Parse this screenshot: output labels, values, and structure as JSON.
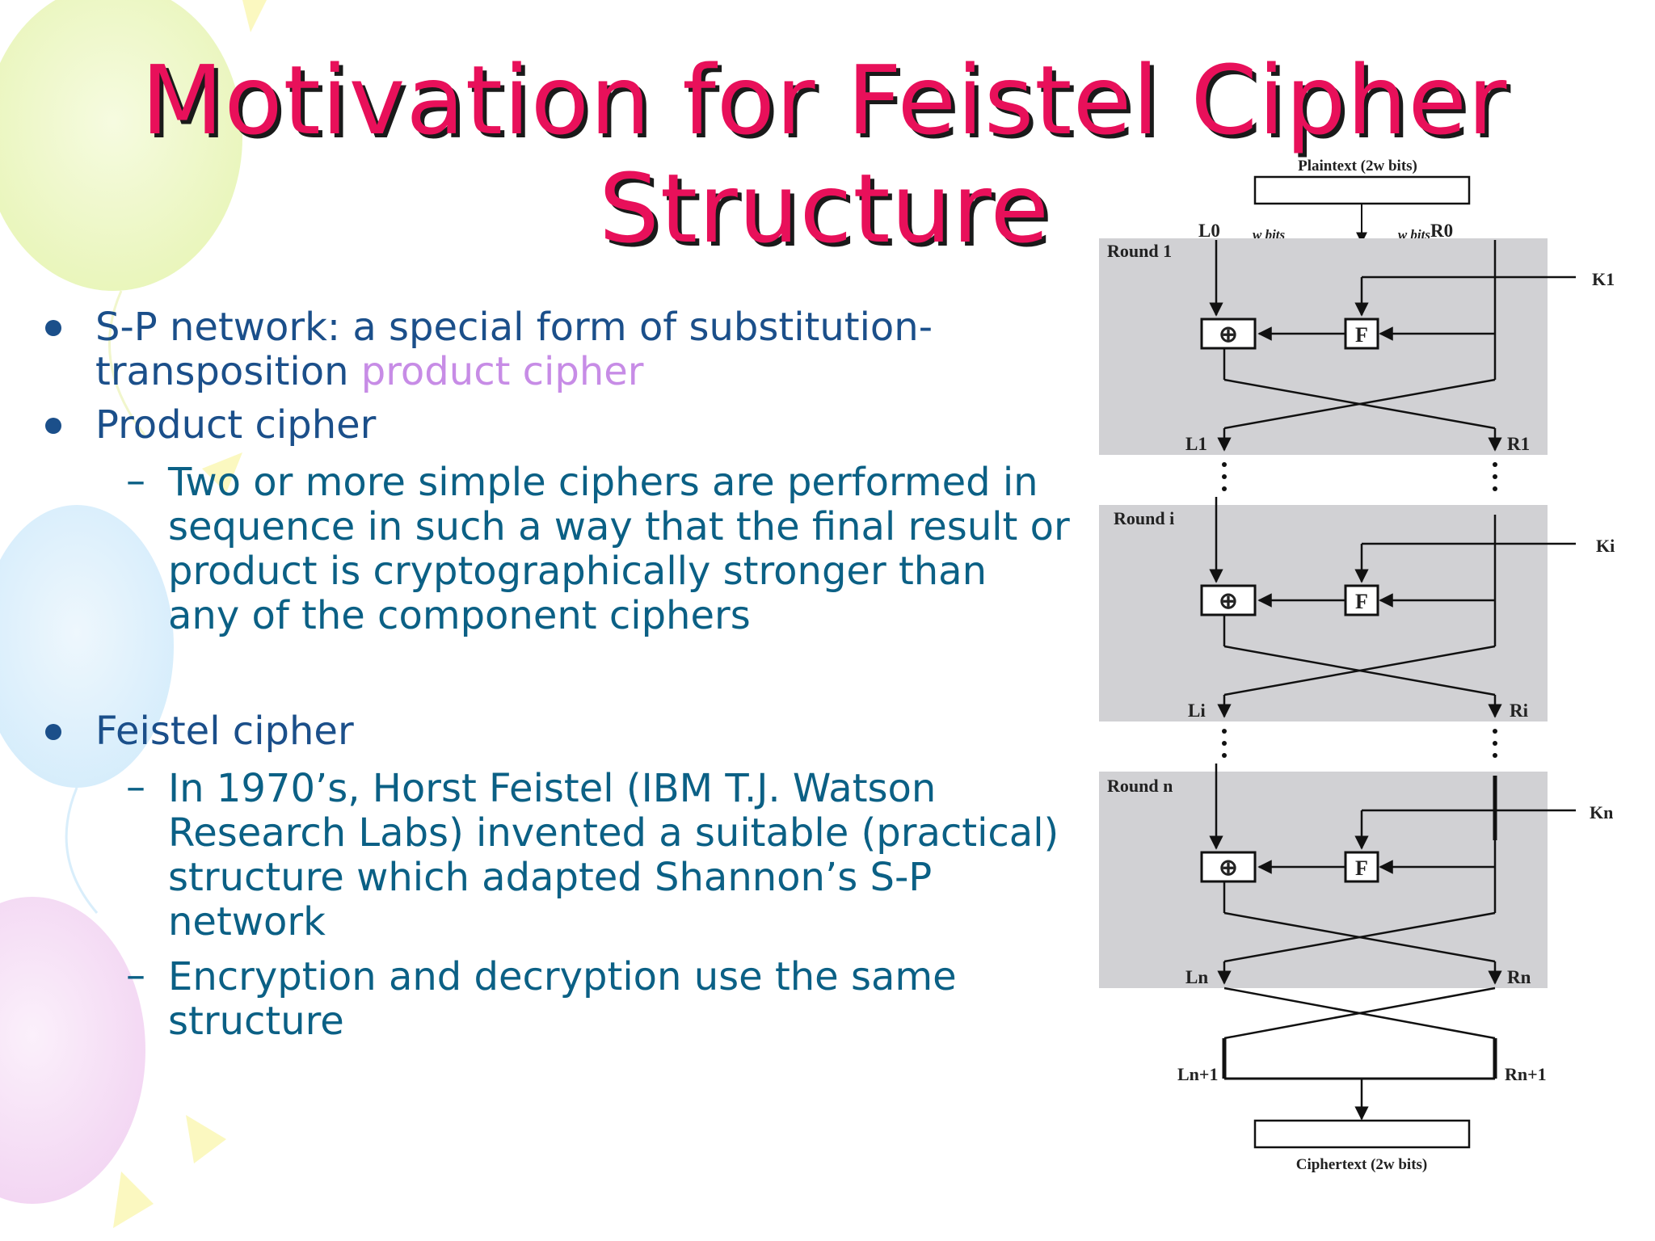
{
  "title": {
    "line1": "Motivation for Feistel Cipher",
    "line2": "Structure"
  },
  "bullets": [
    {
      "text": "S-P network: a special form of substitution-",
      "text2": "transposition ",
      "accent": "product cipher"
    },
    {
      "text": "Product cipher"
    },
    {
      "text": "Feistel cipher"
    }
  ],
  "subs": [
    {
      "lines": [
        "Two or more simple ciphers are performed in",
        "sequence in such a way that the final result or",
        "product is cryptographically stronger than",
        "any of the component ciphers"
      ]
    },
    {
      "lines": [
        "In 1970’s, Horst Feistel (IBM T.J. Watson",
        "Research Labs) invented a suitable (practical)",
        "structure which adapted Shannon’s S-P",
        "network"
      ]
    },
    {
      "lines": [
        "Encryption and decryption use the same",
        "structure"
      ]
    }
  ],
  "diagram": {
    "plaintext": "Plaintext (2w bits)",
    "ciphertext": "Ciphertext (2w bits)",
    "w_bits": "w bits",
    "rounds": [
      {
        "label": "Round 1",
        "key": "K1",
        "in_l": "L0",
        "in_r": "R0",
        "out_l": "L1",
        "out_r": "R1"
      },
      {
        "label": "Round i",
        "key": "Ki",
        "out_l": "Li",
        "out_r": "Ri"
      },
      {
        "label": "Round n",
        "key": "Kn",
        "out_l": "Ln",
        "out_r": "Rn"
      }
    ],
    "final_l": "Ln+1",
    "final_r": "Rn+1",
    "xor_symbol": "⊕",
    "f_label": "F"
  },
  "colors": {
    "title": "#e8105a",
    "bullet": "#1b4f8a",
    "sub": "#0b6085",
    "accent": "#c78ce6",
    "round_bg": "#d1d1d4"
  }
}
